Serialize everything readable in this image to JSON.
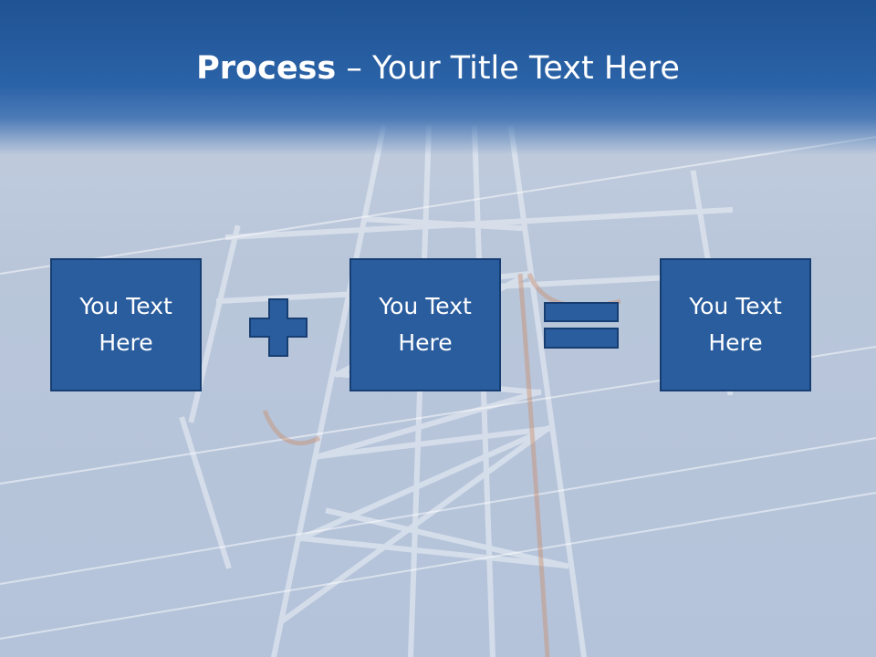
{
  "slide": {
    "title_bold": "Process",
    "title_rest": " – Your Title Text Here",
    "boxes": [
      {
        "label": "You Text Here"
      },
      {
        "label": "You Text Here"
      },
      {
        "label": "You Text Here"
      }
    ],
    "operators": [
      "plus-icon",
      "equals-icon"
    ],
    "colors": {
      "header": "#2b63a8",
      "box_fill": "#2a5d9e",
      "box_border": "#173e72",
      "background": "#b9c6da"
    }
  }
}
